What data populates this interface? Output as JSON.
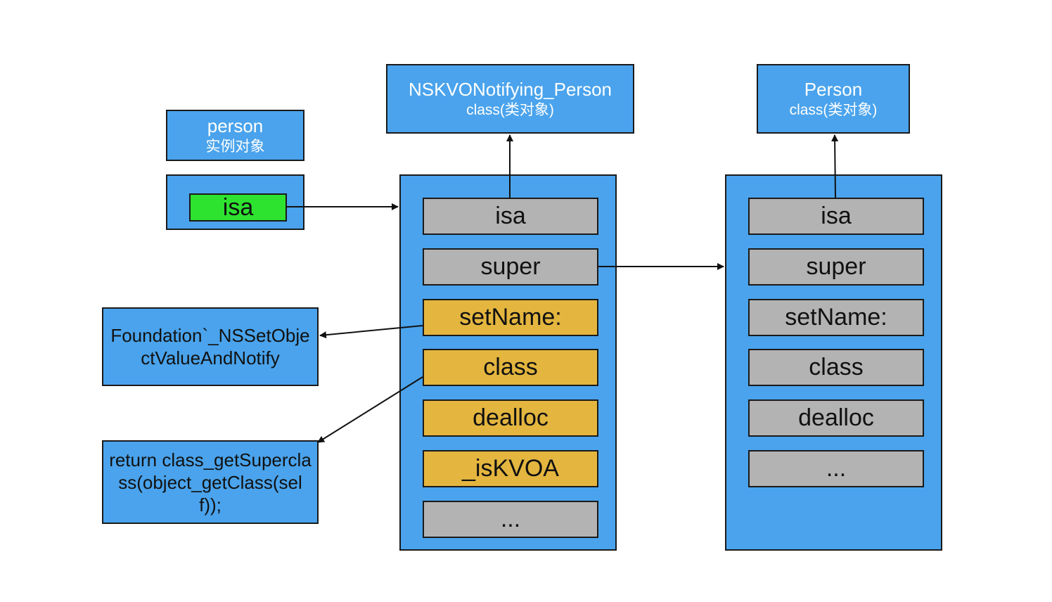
{
  "person": {
    "name": "person",
    "label": "实例对象",
    "isa": "isa"
  },
  "kvo_class": {
    "title": "NSKVONotifying_Person",
    "subtitle": "class(类对象)",
    "slots": [
      "isa",
      "super",
      "setName:",
      "class",
      "dealloc",
      "_isKVOA",
      "..."
    ]
  },
  "person_class": {
    "title": "Person",
    "subtitle": "class(类对象)",
    "slots": [
      "isa",
      "super",
      "setName:",
      "class",
      "dealloc",
      "..."
    ]
  },
  "notes": {
    "setname_impl": "Foundation`_NSSetObjectValueAndNotify",
    "class_impl": "return class_getSuperclass(object_getClass(self));"
  },
  "colors": {
    "box_blue": "#4aa3ec",
    "slot_gray": "#b3b3b3",
    "slot_gold": "#e4b63f",
    "isa_green": "#2ee230"
  }
}
